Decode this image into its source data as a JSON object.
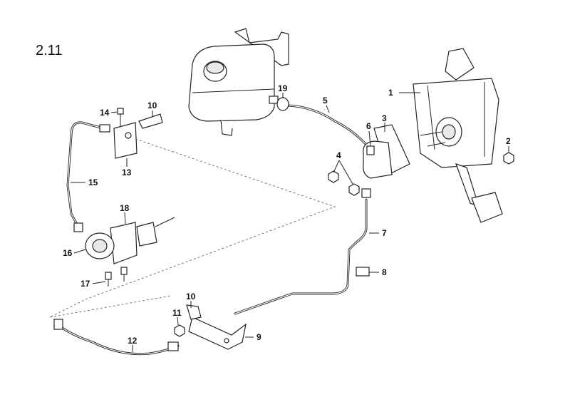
{
  "figure": {
    "number": "2.11",
    "callouts": [
      {
        "id": "c1",
        "label": "1"
      },
      {
        "id": "c2",
        "label": "2"
      },
      {
        "id": "c3",
        "label": "3"
      },
      {
        "id": "c4",
        "label": "4"
      },
      {
        "id": "c5",
        "label": "5"
      },
      {
        "id": "c6",
        "label": "6"
      },
      {
        "id": "c7",
        "label": "7"
      },
      {
        "id": "c8",
        "label": "8"
      },
      {
        "id": "c9",
        "label": "9"
      },
      {
        "id": "c10a",
        "label": "10"
      },
      {
        "id": "c10b",
        "label": "10"
      },
      {
        "id": "c11",
        "label": "11"
      },
      {
        "id": "c12",
        "label": "12"
      },
      {
        "id": "c13",
        "label": "13"
      },
      {
        "id": "c14",
        "label": "14"
      },
      {
        "id": "c15",
        "label": "15"
      },
      {
        "id": "c16",
        "label": "16"
      },
      {
        "id": "c17",
        "label": "17"
      },
      {
        "id": "c18",
        "label": "18"
      },
      {
        "id": "c19",
        "label": "19"
      }
    ]
  }
}
